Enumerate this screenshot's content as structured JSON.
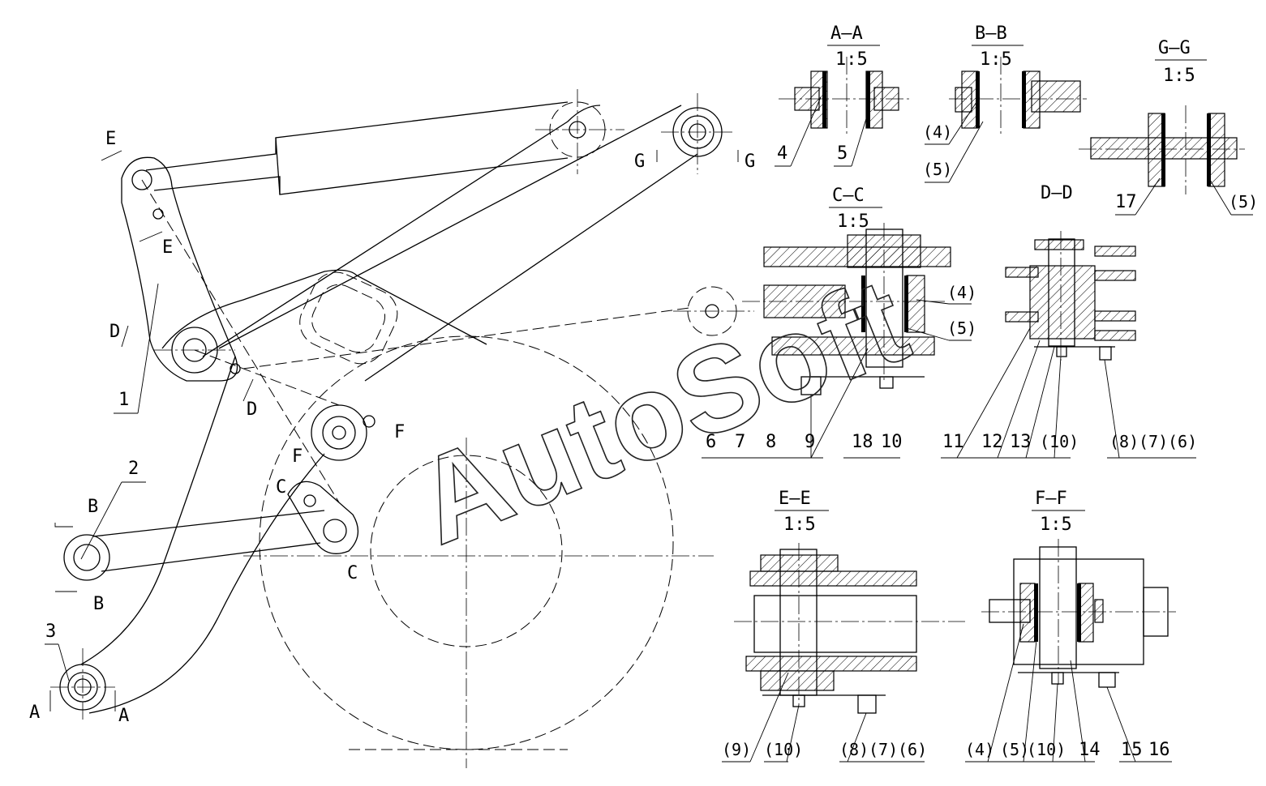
{
  "watermark": "AutoSoft",
  "main_view": {
    "part_labels": [
      "1",
      "2",
      "3"
    ],
    "cut_labels": [
      "E",
      "E",
      "D",
      "D",
      "C",
      "C",
      "F",
      "F",
      "B",
      "B",
      "A",
      "A",
      "G",
      "G"
    ]
  },
  "sections": {
    "aa": {
      "title": "A—A",
      "scale": "1:5",
      "callouts": [
        "4",
        "5"
      ]
    },
    "bb": {
      "title": "B—B",
      "scale": "1:5",
      "callouts": [
        "(4)",
        "(5)"
      ]
    },
    "gg": {
      "title": "G—G",
      "scale": "1:5",
      "callouts": [
        "17",
        "(5)"
      ]
    },
    "cc": {
      "title": "C—C",
      "scale": "1:5",
      "callouts": [
        "(4)",
        "(5)",
        "6",
        "7",
        "8",
        "9",
        "18",
        "10"
      ]
    },
    "dd": {
      "title": "D—D",
      "callouts": [
        "11",
        "12",
        "13",
        "(10)",
        "(8)",
        "(7)",
        "(6)"
      ]
    },
    "ee": {
      "title": "E—E",
      "scale": "1:5",
      "callouts": [
        "(9)",
        "(10)",
        "(8)",
        "(7)",
        "(6)"
      ]
    },
    "ff": {
      "title": "F—F",
      "scale": "1:5",
      "callouts": [
        "(4)",
        "(5)",
        "(10)",
        "14",
        "15",
        "16"
      ]
    }
  }
}
